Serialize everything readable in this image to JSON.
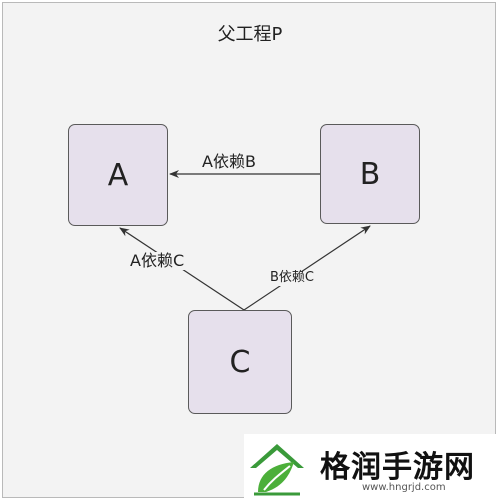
{
  "diagram": {
    "title": "父工程P",
    "nodes": {
      "a": "A",
      "b": "B",
      "c": "C"
    },
    "edges": {
      "ab": "A依赖B",
      "ca": "A依赖C",
      "cb": "B依赖C"
    }
  },
  "colors": {
    "background": "#f3f3f3",
    "node_fill": "#e6e0ec",
    "node_border": "#5a5a5a",
    "edge": "#333333",
    "logo_green": "#3a9a3a"
  },
  "watermark": {
    "name": "格润手游网",
    "url": "www.hngrjd.com",
    "logo_icon": "green-leaf-house-logo"
  }
}
